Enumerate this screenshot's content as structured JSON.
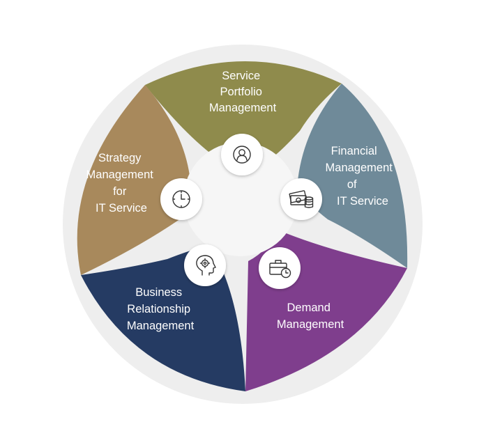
{
  "segments": [
    {
      "id": "service-portfolio",
      "color": "#8f8b4c",
      "label": [
        "Service",
        "Portfolio",
        "Management"
      ],
      "icon": "user-circle-icon"
    },
    {
      "id": "financial",
      "color": "#6f8a99",
      "label": [
        "Financial",
        "Management",
        "of",
        "IT Service"
      ],
      "icon": "money-coins-icon"
    },
    {
      "id": "demand",
      "color": "#7f3e8d",
      "label": [
        "Demand",
        "Management"
      ],
      "icon": "briefcase-clock-icon"
    },
    {
      "id": "business-relationship",
      "color": "#253b63",
      "label": [
        "Business",
        "Relationship",
        "Management"
      ],
      "icon": "head-gear-icon"
    },
    {
      "id": "strategy",
      "color": "#a8895c",
      "label": [
        "Strategy",
        "Management",
        "for",
        "IT Service"
      ],
      "icon": "clock-icon"
    }
  ],
  "colors": {
    "outer_ring": "#eeeeee",
    "hub": "#f6f6f6",
    "icon_badge": "#ffffff"
  }
}
